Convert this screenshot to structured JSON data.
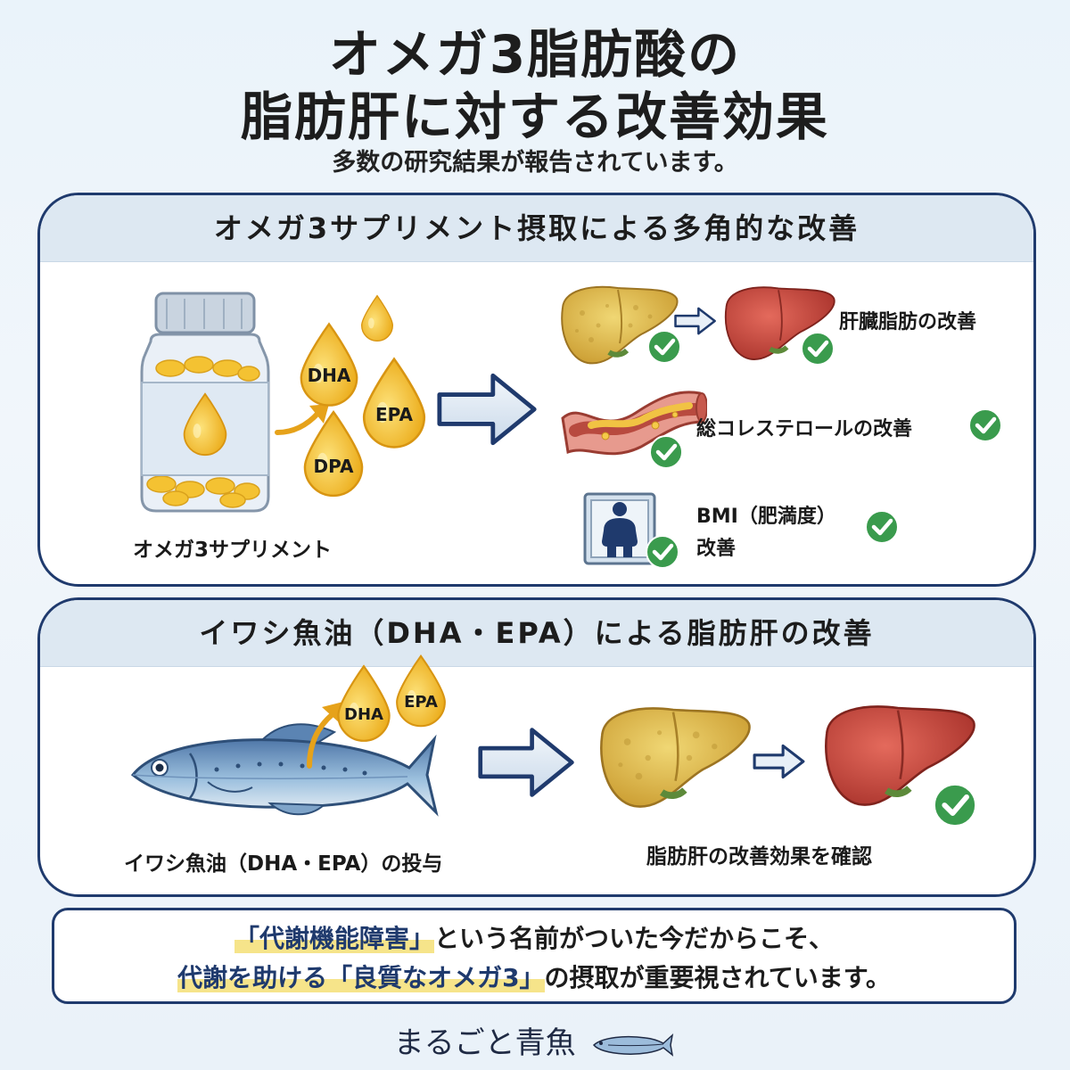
{
  "header": {
    "title_line1": "オメガ3脂肪酸の",
    "title_line2": "脂肪肝に対する改善効果",
    "subtitle": "多数の研究結果が報告されています。"
  },
  "panel1": {
    "heading": "オメガ3サプリメント摂取による多角的な改善",
    "supplement_label": "オメガ3サプリメント",
    "drops": [
      "DHA",
      "EPA",
      "DPA"
    ],
    "results": {
      "liver": "肝臓脂肪の改善",
      "cholesterol": "総コレステロールの改善",
      "bmi_line1": "BMI（肥満度）",
      "bmi_line2": "改善"
    }
  },
  "panel2": {
    "heading": "イワシ魚油（DHA・EPA）による脂肪肝の改善",
    "drops": [
      "DHA",
      "EPA"
    ],
    "fish_label": "イワシ魚油（DHA・EPA）の投与",
    "result_label": "脂肪肝の改善効果を確認"
  },
  "conclusion": {
    "line1_highlight": "「代謝機能障害」",
    "line1_rest": "という名前がついた今だからこそ、",
    "line2_highlight": "代謝を助ける「良質なオメガ3」",
    "line2_rest": "の摂取が重要視されています。"
  },
  "brand": {
    "name": "まるごと青魚"
  },
  "colors": {
    "navy": "#1f3a6d",
    "check_green": "#3a9b4d",
    "drop_yellow": "#f2b81e",
    "fatty_liver": "#e3bf4f",
    "healthy_liver": "#c9473d"
  },
  "icons": [
    "supplement-bottle-icon",
    "oil-drop-icon",
    "arrow-right-icon",
    "fatty-liver-icon",
    "healthy-liver-icon",
    "artery-icon",
    "body-scale-icon",
    "check-icon",
    "sardine-icon"
  ]
}
